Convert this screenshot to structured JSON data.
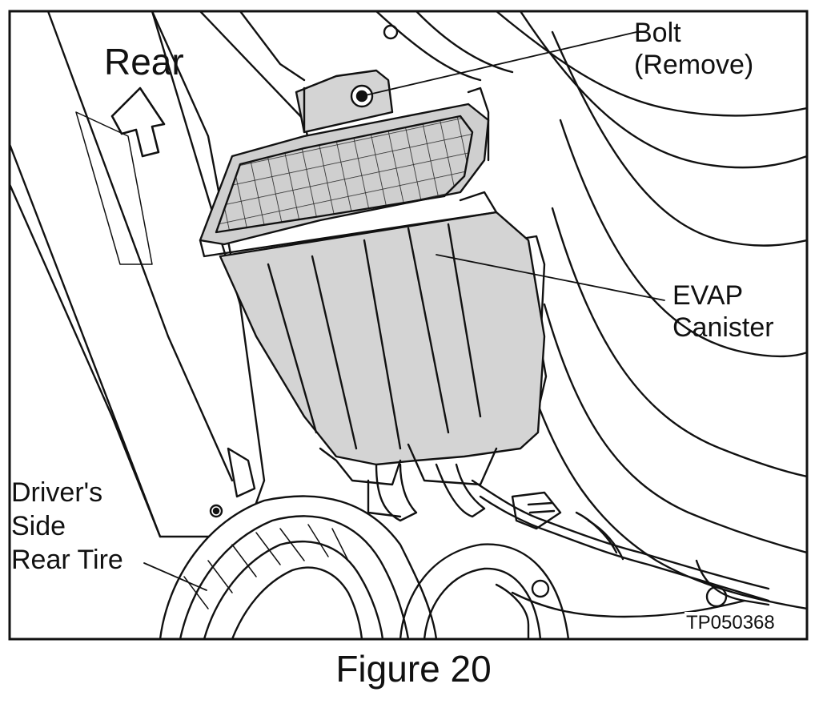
{
  "figure": {
    "labels": {
      "rear": "Rear",
      "bolt": [
        "Bolt",
        "(Remove)"
      ],
      "evap": [
        "EVAP",
        "Canister"
      ],
      "tire": [
        "Driver's",
        "Side",
        "Rear Tire"
      ]
    },
    "code": "TP050368",
    "caption": "Figure 20"
  }
}
